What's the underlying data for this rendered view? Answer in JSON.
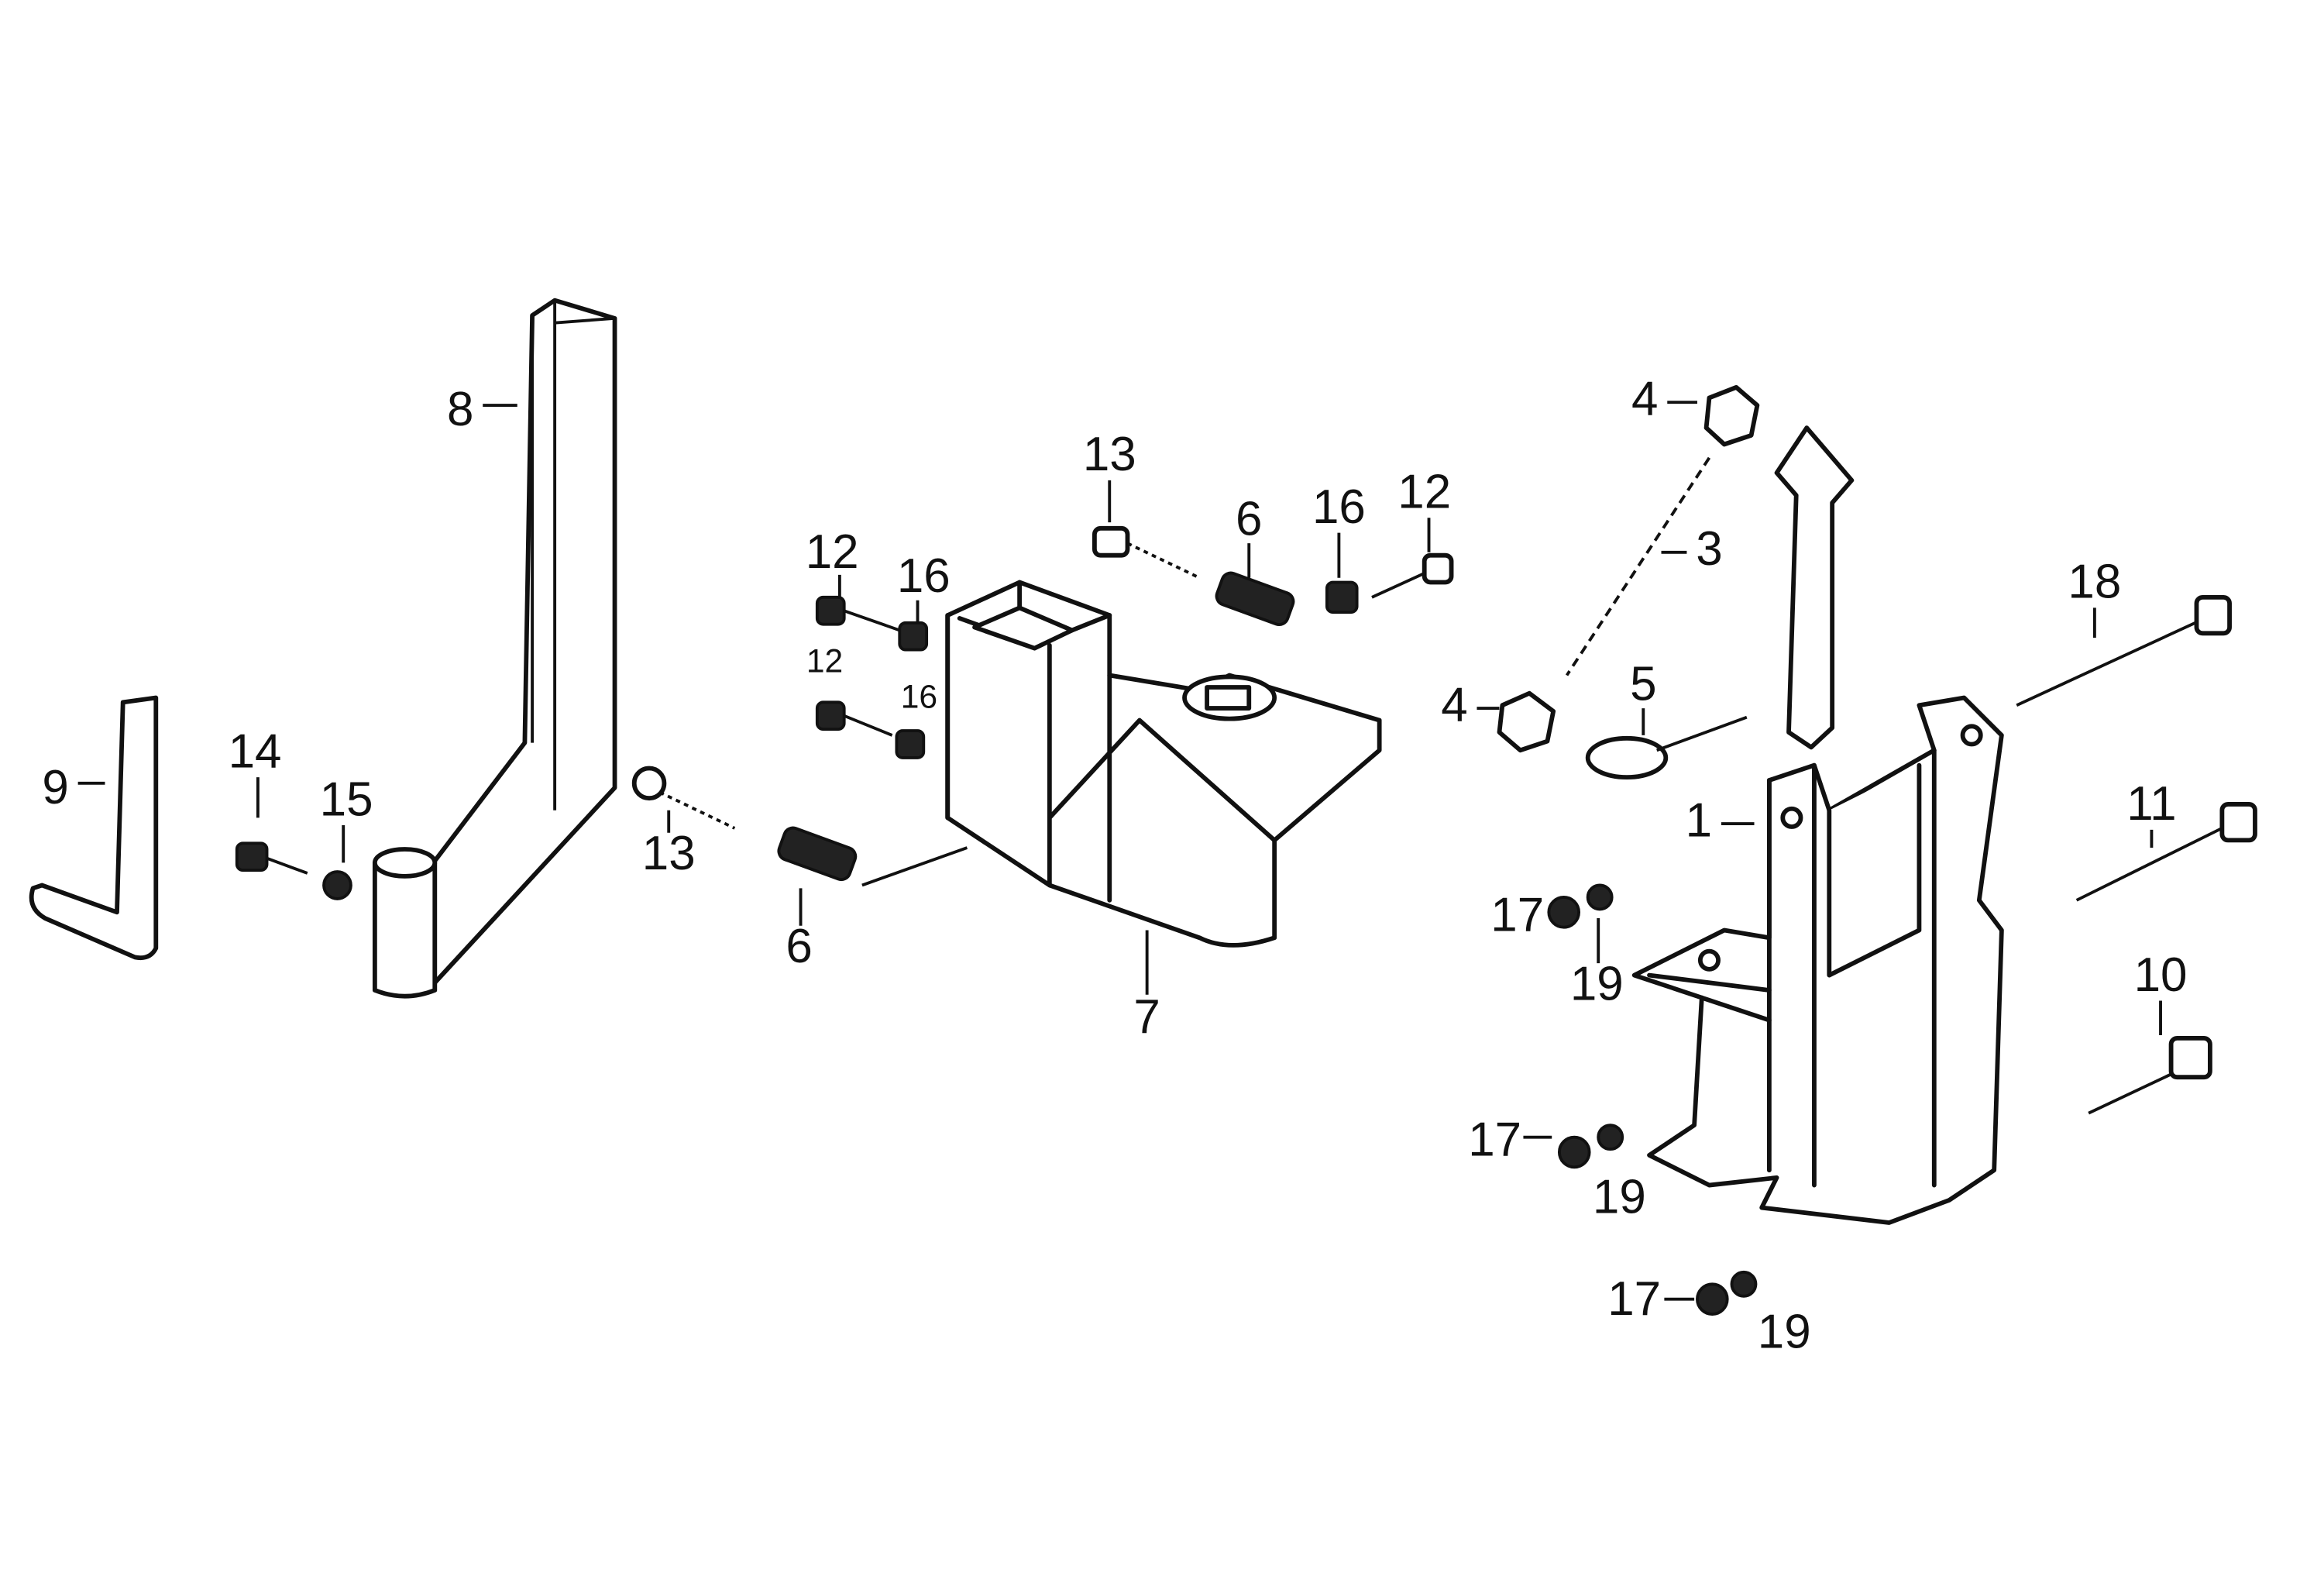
{
  "diagram": {
    "type": "exploded parts diagram",
    "callouts": {
      "c1": "1",
      "c3": "3",
      "c4a": "4",
      "c4b": "4",
      "c5": "5",
      "c6a": "6",
      "c6b": "6",
      "c7": "7",
      "c8": "8",
      "c9": "9",
      "c10": "10",
      "c11": "11",
      "c12a": "12",
      "c12b": "12",
      "c12c": "12",
      "c13a": "13",
      "c13b": "13",
      "c14": "14",
      "c15": "15",
      "c16a": "16",
      "c16b": "16",
      "c16c": "16",
      "c17a": "17",
      "c17b": "17",
      "c17c": "17",
      "c18": "18",
      "c19a": "19",
      "c19b": "19",
      "c19c": "19"
    }
  }
}
